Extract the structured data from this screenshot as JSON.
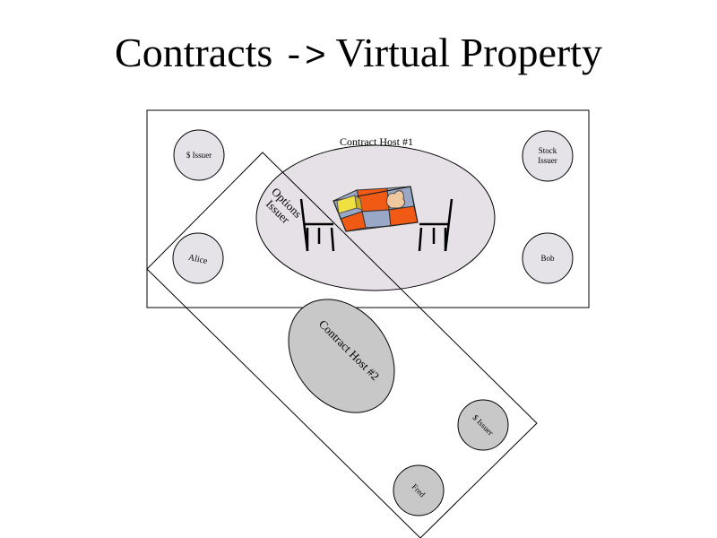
{
  "title": {
    "left": "Contracts",
    "arrow": "->",
    "right": "Virtual Property"
  },
  "host1": {
    "label": "Contract Host #1",
    "nodes": {
      "dollar_issuer": "$ Issuer",
      "stock_issuer_line1": "Stock",
      "stock_issuer_line2": "Issuer",
      "alice": "Alice",
      "bob": "Bob",
      "options_issuer_line1": "Options",
      "options_issuer_line2": "Issuer"
    }
  },
  "host2": {
    "label": "Contract Host #2",
    "nodes": {
      "dollar_issuer": "$ Issuer",
      "fred": "Fred"
    }
  },
  "colors": {
    "host1_fill": "#e5e1e6",
    "host2_fill": "#c8c8c8",
    "party_fill": "#e6e3e8",
    "party2_fill": "#c8c8c8",
    "board_orange": "#f05a14",
    "board_blue": "#9aa8c8",
    "piece_yellow": "#f0e040"
  }
}
